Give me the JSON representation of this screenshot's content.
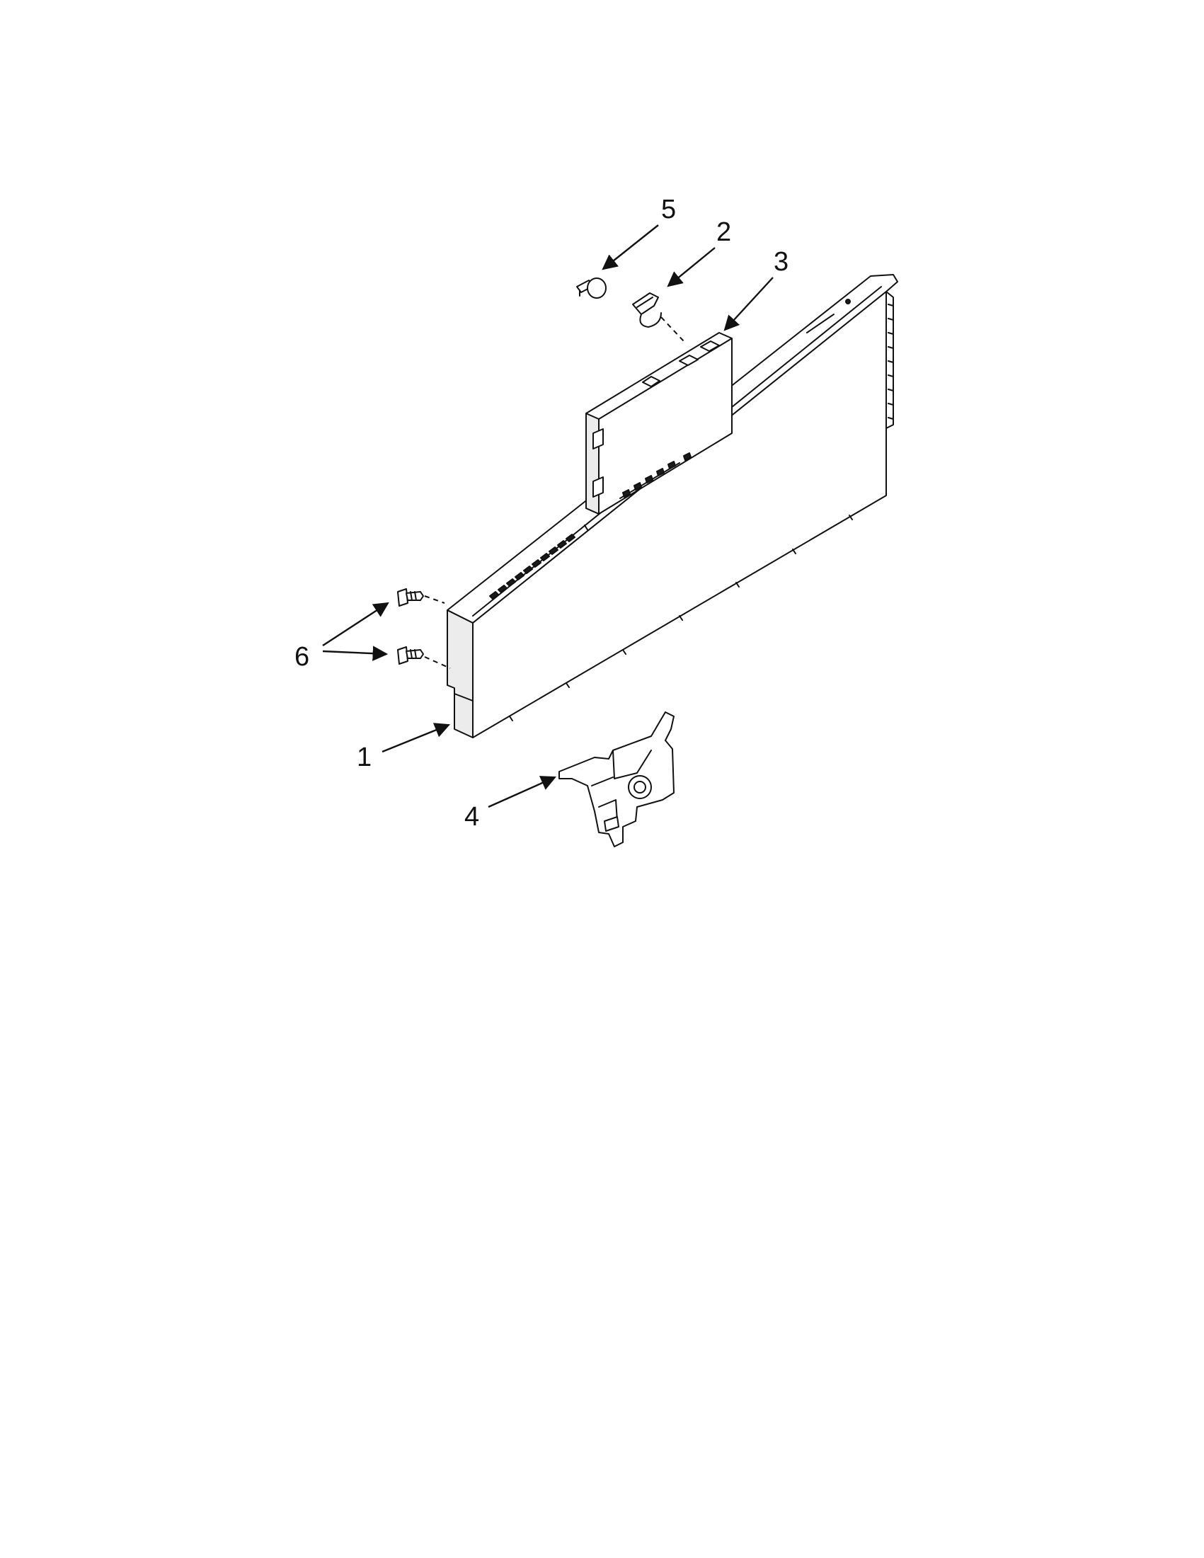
{
  "callouts": {
    "c1": "1",
    "c2": "2",
    "c3": "3",
    "c4": "4",
    "c5": "5",
    "c6": "6"
  },
  "parts": [
    {
      "ref": "1",
      "icon": "control-panel-console"
    },
    {
      "ref": "2",
      "icon": "wire-clip"
    },
    {
      "ref": "3",
      "icon": "electronic-control-board"
    },
    {
      "ref": "4",
      "icon": "door-latch-assembly"
    },
    {
      "ref": "5",
      "icon": "thermal-fuse"
    },
    {
      "ref": "6",
      "icon": "screws"
    }
  ],
  "colors": {
    "line": "#111111",
    "background": "#ffffff"
  }
}
